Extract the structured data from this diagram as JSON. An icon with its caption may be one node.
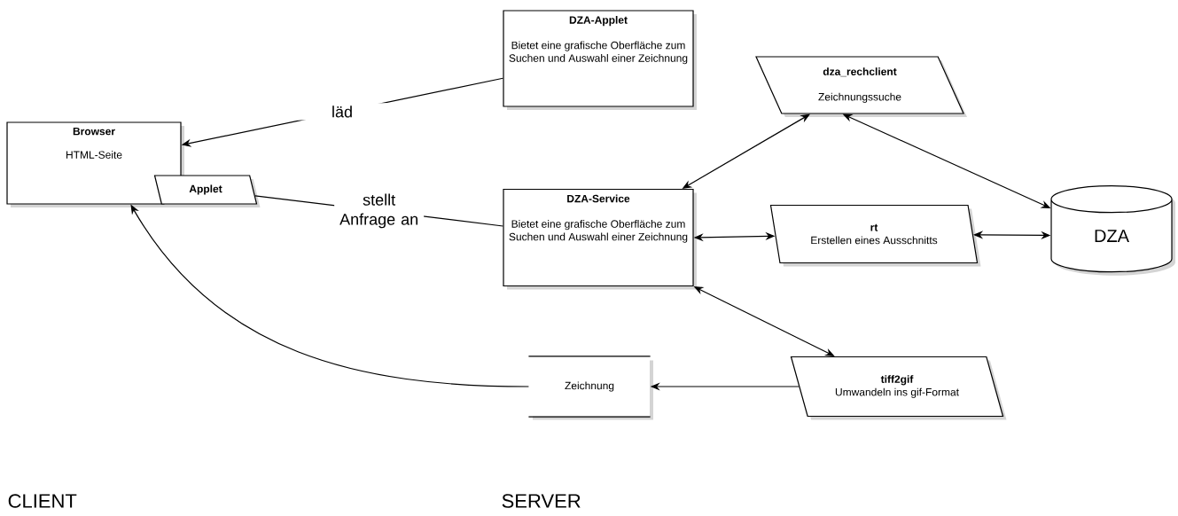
{
  "diagram": {
    "nodes": [
      {
        "text": [
          "Browser",
          "HTML-Seite"
        ]
      },
      {
        "text": [
          "Applet"
        ]
      },
      {
        "text": [
          "DZA-Applet",
          "Bietet eine grafische Oberfläche zum Suchen und Auswahl einer Zeichnung"
        ]
      },
      {
        "text": [
          "dza_rechclient",
          "Zeichnungssuche"
        ]
      },
      {
        "text": [
          "DZA-Service",
          "Bietet eine grafische Oberfläche zum Suchen und Auswahl einer Zeichnung"
        ]
      },
      {
        "text": [
          "rt",
          "Erstellen eines Ausschnitts"
        ]
      },
      {
        "text": [
          "DZA"
        ]
      },
      {
        "text": [
          "Zeichnung"
        ]
      },
      {
        "text": [
          "tiff2gif",
          "Umwandeln ins gif-Format"
        ]
      }
    ],
    "edges": [
      {
        "from": 2,
        "to": 0,
        "arrow": "to",
        "label": "läd"
      },
      {
        "from": 1,
        "to": 4,
        "arrow": "none",
        "label": "stellt Anfrage an"
      },
      {
        "from": 4,
        "to": 3,
        "arrow": "both"
      },
      {
        "from": 3,
        "to": 6,
        "arrow": "both"
      },
      {
        "from": 4,
        "to": 5,
        "arrow": "both"
      },
      {
        "from": 5,
        "to": 6,
        "arrow": "both"
      },
      {
        "from": 4,
        "to": 8,
        "arrow": "both"
      },
      {
        "from": 8,
        "to": 7,
        "arrow": "to"
      },
      {
        "from": 7,
        "to": 0,
        "arrow": "to"
      }
    ],
    "labels": [
      "CLIENT",
      "SERVER"
    ]
  }
}
